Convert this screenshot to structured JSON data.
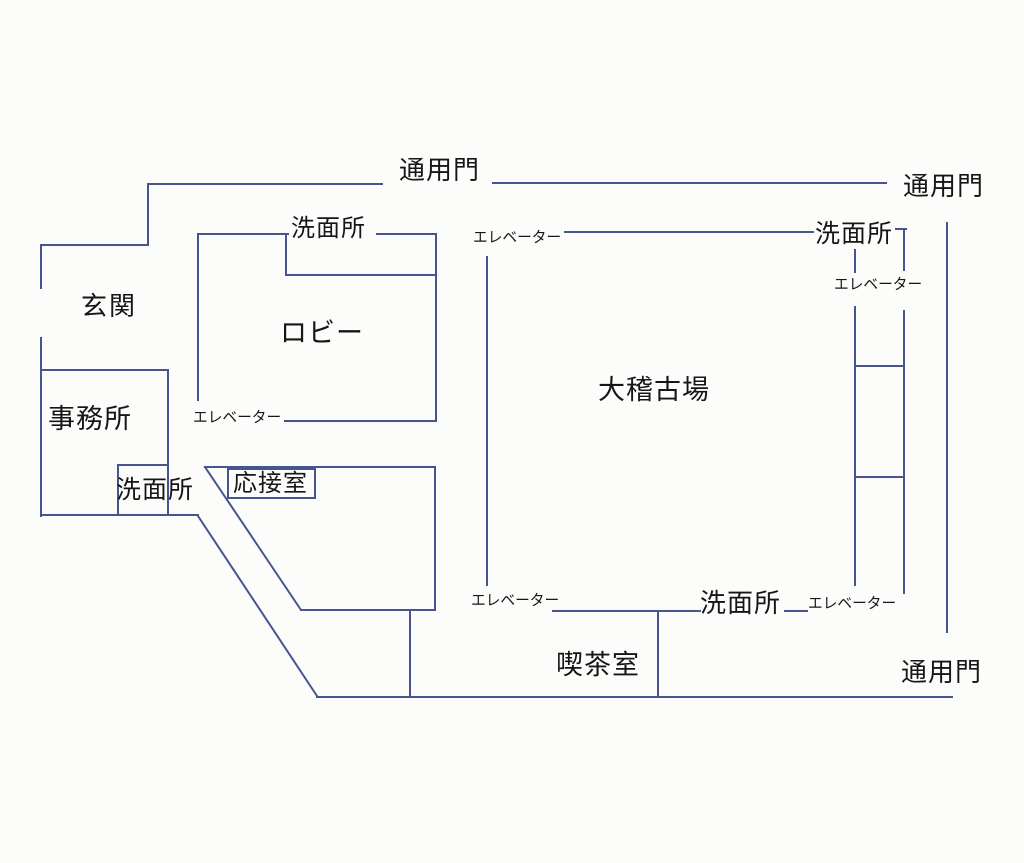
{
  "floorplan": {
    "background_color": "#fcfcfa",
    "line_color": "#47558e",
    "text_color": "#161616",
    "labels": {
      "gate_top": "通用門",
      "gate_right": "通用門",
      "gate_bottom": "通用門",
      "entrance": "玄関",
      "lobby": "ロビー",
      "office": "事務所",
      "washroom_lobby": "洗面所",
      "washroom_top_right": "洗面所",
      "washroom_left": "洗面所",
      "washroom_bottom": "洗面所",
      "reception_room": "応接室",
      "practice_hall": "大稽古場",
      "tea_room": "喫茶室",
      "elevator_lobby": "エレベーター",
      "elevator_hall_top": "エレベーター",
      "elevator_right_top": "エレベーター",
      "elevator_hall_bottom": "エレベーター",
      "elevator_bottom_right": "エレベーター"
    }
  }
}
